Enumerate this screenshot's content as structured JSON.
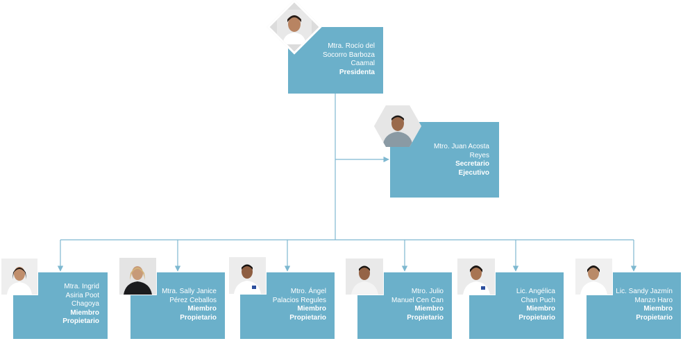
{
  "colors": {
    "box": "#6bb0ca",
    "connector": "#7eb8d0",
    "text": "#ffffff"
  },
  "president": {
    "name": "Mtra. Rocío del Socorro Barboza Caamal",
    "role": "Presidenta",
    "name_lines": [
      "Mtra. Rocío del",
      "Socorro Barboza",
      "Caamal"
    ],
    "role_lines": [
      "Presidenta"
    ]
  },
  "secretary": {
    "name": "Mtro. Juan Acosta Reyes",
    "role": "Secretario Ejecutivo",
    "name_lines": [
      "Mtro. Juan Acosta",
      "Reyes"
    ],
    "role_lines": [
      "Secretario",
      "Ejecutivo"
    ]
  },
  "members": [
    {
      "name": "Mtra. Ingrid Asiria Poot Chagoya",
      "role": "Miembro Propietario",
      "name_lines": [
        "Mtra. Ingrid",
        "Asiria Poot",
        "Chagoya"
      ],
      "role_lines": [
        "Miembro",
        "Propietario"
      ]
    },
    {
      "name": "Mtra. Sally Janice Pérez Ceballos",
      "role": "Miembro Propietario",
      "name_lines": [
        "Mtra. Sally Janice",
        "Pérez Ceballos"
      ],
      "role_lines": [
        "Miembro",
        "Propietario"
      ]
    },
    {
      "name": "Mtro. Ángel Palacios Regules",
      "role": "Miembro Propietario",
      "name_lines": [
        "Mtro. Ángel",
        "Palacios Regules"
      ],
      "role_lines": [
        "Miembro",
        "Propietario"
      ]
    },
    {
      "name": "Mtro. Julio Manuel Cen Can",
      "role": "Miembro Propietario",
      "name_lines": [
        "Mtro. Julio",
        "Manuel Cen Can"
      ],
      "role_lines": [
        "Miembro",
        "Propietario"
      ]
    },
    {
      "name": "Lic. Angélica Chan Puch",
      "role": "Miembro Propietario",
      "name_lines": [
        "Lic. Angélica",
        "Chan Puch"
      ],
      "role_lines": [
        "Miembro",
        "Propietario"
      ]
    },
    {
      "name": "Lic. Sandy Jazmín Manzo Haro",
      "role": "Miembro Propietario",
      "name_lines": [
        "Lic. Sandy Jazmín",
        "Manzo Haro"
      ],
      "role_lines": [
        "Miembro",
        "Propietario"
      ]
    }
  ]
}
